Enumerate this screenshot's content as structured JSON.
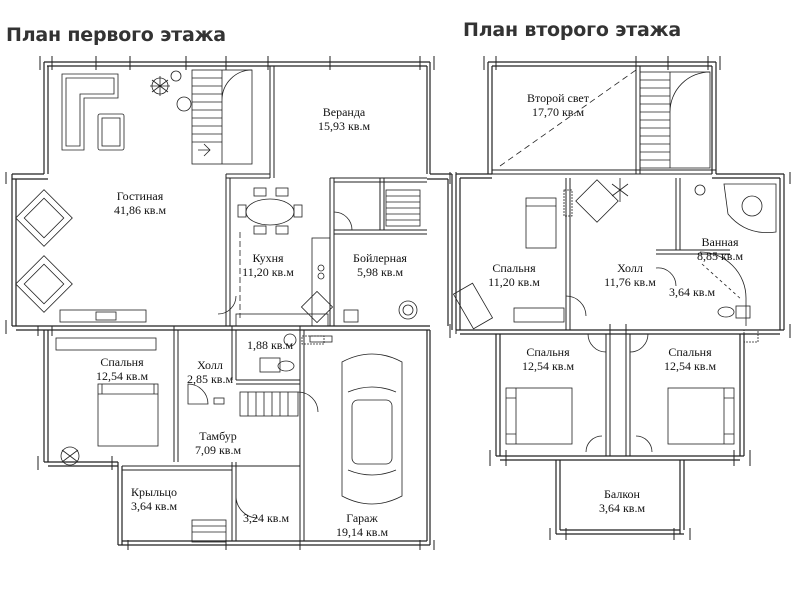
{
  "titles": {
    "first_floor": "План первого этажа",
    "second_floor": "План второго этажа"
  },
  "first_floor": {
    "rooms": [
      {
        "name": "Гостиная",
        "area": "41,86 кв.м"
      },
      {
        "name": "Веранда",
        "area": "15,93 кв.м"
      },
      {
        "name": "Кухня",
        "area": "11,20 кв.м"
      },
      {
        "name": "Бойлерная",
        "area": "5,98 кв.м"
      },
      {
        "name": "",
        "area": "1,88 кв.м"
      },
      {
        "name": "Спальня",
        "area": "12,54 кв.м"
      },
      {
        "name": "Холл",
        "area": "2,85 кв.м"
      },
      {
        "name": "Тамбур",
        "area": "7,09 кв.м"
      },
      {
        "name": "Крыльцо",
        "area": "3,64 кв.м"
      },
      {
        "name": "",
        "area": "3,24 кв.м"
      },
      {
        "name": "Гараж",
        "area": "19,14 кв.м"
      }
    ]
  },
  "second_floor": {
    "rooms": [
      {
        "name": "Второй свет",
        "area": "17,70 кв.м"
      },
      {
        "name": "Спальня",
        "area": "11,20 кв.м"
      },
      {
        "name": "Холл",
        "area": "11,76 кв.м"
      },
      {
        "name": "Ванная",
        "area": "8,85 кв.м"
      },
      {
        "name": "",
        "area": "3,64 кв.м"
      },
      {
        "name": "Спальня",
        "area": "12,54 кв.м"
      },
      {
        "name": "Спальня",
        "area": "12,54 кв.м"
      },
      {
        "name": "Балкон",
        "area": "3,64 кв.м"
      }
    ]
  }
}
